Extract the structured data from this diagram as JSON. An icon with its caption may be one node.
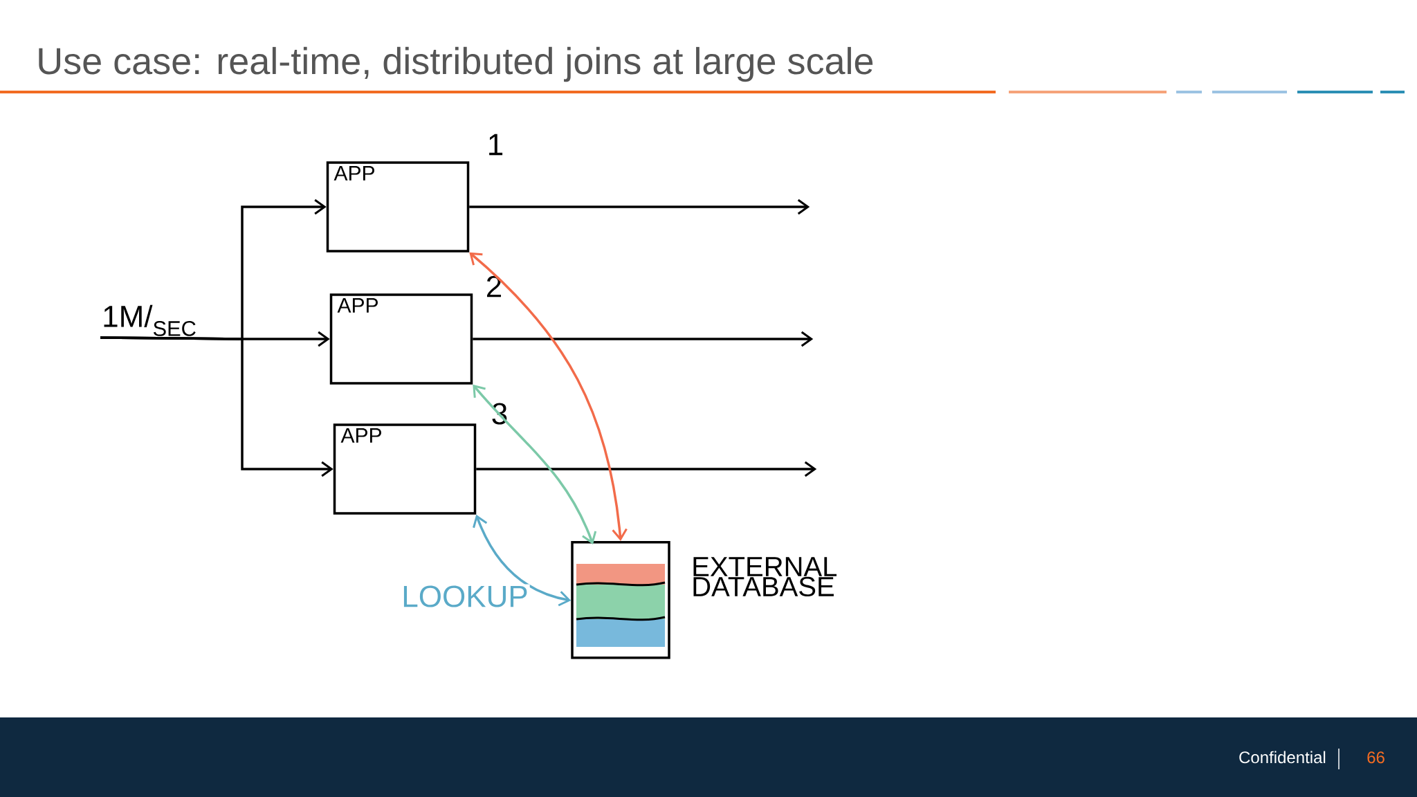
{
  "diagram": {
    "title": "Use case: real-time, distributed joins at large scale",
    "nodes": [
      {
        "text": [
          "APP"
        ],
        "beside": [
          "1"
        ]
      },
      {
        "text": [
          "APP"
        ],
        "beside": [
          "2"
        ]
      },
      {
        "text": [
          "APP"
        ],
        "beside": [
          "3"
        ]
      },
      {
        "text": [
          "1M/$_{SEC}$"
        ]
      },
      {
        "text": [],
        "shape": "cylinder",
        "beside": [
          "EXTERNAL DATABASE"
        ]
      }
    ],
    "edges": [
      {
        "from": 3,
        "to": 0,
        "arrow": "to"
      },
      {
        "from": 3,
        "to": 1,
        "arrow": "to"
      },
      {
        "from": 3,
        "to": 2,
        "arrow": "to"
      },
      {
        "from": 0,
        "to": null,
        "arrow": "to"
      },
      {
        "from": 1,
        "to": null,
        "arrow": "to"
      },
      {
        "from": 2,
        "to": null,
        "arrow": "to"
      },
      {
        "from": 0,
        "to": 4,
        "arrow": "both",
        "color": "#f26b4a"
      },
      {
        "from": 1,
        "to": 4,
        "arrow": "both",
        "color": "#7cc9a8"
      },
      {
        "from": 2,
        "to": 4,
        "arrow": "both",
        "color": "#5aaac8",
        "label": "LOOKUP"
      }
    ],
    "labels": [
      "Confidential",
      "66"
    ]
  }
}
